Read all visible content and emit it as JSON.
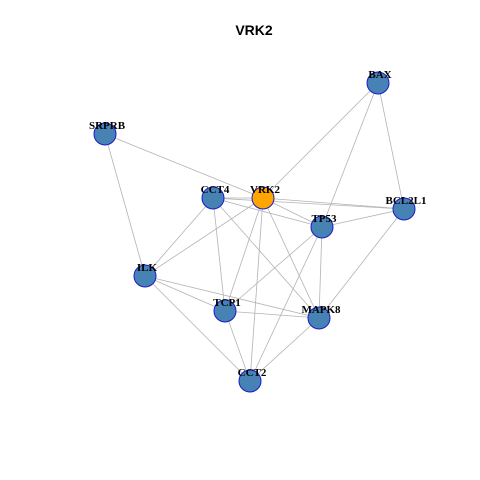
{
  "title": "VRK2",
  "colors": {
    "node_fill": "#4682B4",
    "node_stroke": "#1a1acc",
    "highlight_fill": "#FFA500",
    "edge": "#b3b3b3",
    "background": "#ffffff"
  },
  "nodes": [
    {
      "id": "VRK2",
      "label": "VRK2",
      "highlight": true
    },
    {
      "id": "BAX",
      "label": "BAX"
    },
    {
      "id": "SRPRB",
      "label": "SRPRB"
    },
    {
      "id": "CCT4",
      "label": "CCT4"
    },
    {
      "id": "BCL2L1",
      "label": "BCL2L1"
    },
    {
      "id": "TP53",
      "label": "TP53"
    },
    {
      "id": "ILK",
      "label": "ILK"
    },
    {
      "id": "TCP1",
      "label": "TCP1"
    },
    {
      "id": "MAPK8",
      "label": "MAPK8"
    },
    {
      "id": "CCT2",
      "label": "CCT2"
    }
  ],
  "edges": [
    [
      "VRK2",
      "BAX"
    ],
    [
      "VRK2",
      "SRPRB"
    ],
    [
      "VRK2",
      "CCT4"
    ],
    [
      "VRK2",
      "BCL2L1"
    ],
    [
      "VRK2",
      "TP53"
    ],
    [
      "VRK2",
      "ILK"
    ],
    [
      "VRK2",
      "TCP1"
    ],
    [
      "VRK2",
      "MAPK8"
    ],
    [
      "VRK2",
      "CCT2"
    ],
    [
      "BAX",
      "TP53"
    ],
    [
      "BAX",
      "BCL2L1"
    ],
    [
      "SRPRB",
      "ILK"
    ],
    [
      "CCT4",
      "ILK"
    ],
    [
      "CCT4",
      "TCP1"
    ],
    [
      "CCT4",
      "TP53"
    ],
    [
      "CCT4",
      "MAPK8"
    ],
    [
      "CCT4",
      "BCL2L1"
    ],
    [
      "TP53",
      "BCL2L1"
    ],
    [
      "TP53",
      "TCP1"
    ],
    [
      "TP53",
      "MAPK8"
    ],
    [
      "TP53",
      "CCT2"
    ],
    [
      "BCL2L1",
      "MAPK8"
    ],
    [
      "ILK",
      "TCP1"
    ],
    [
      "ILK",
      "MAPK8"
    ],
    [
      "ILK",
      "CCT2"
    ],
    [
      "TCP1",
      "MAPK8"
    ],
    [
      "TCP1",
      "CCT2"
    ],
    [
      "MAPK8",
      "CCT2"
    ]
  ]
}
